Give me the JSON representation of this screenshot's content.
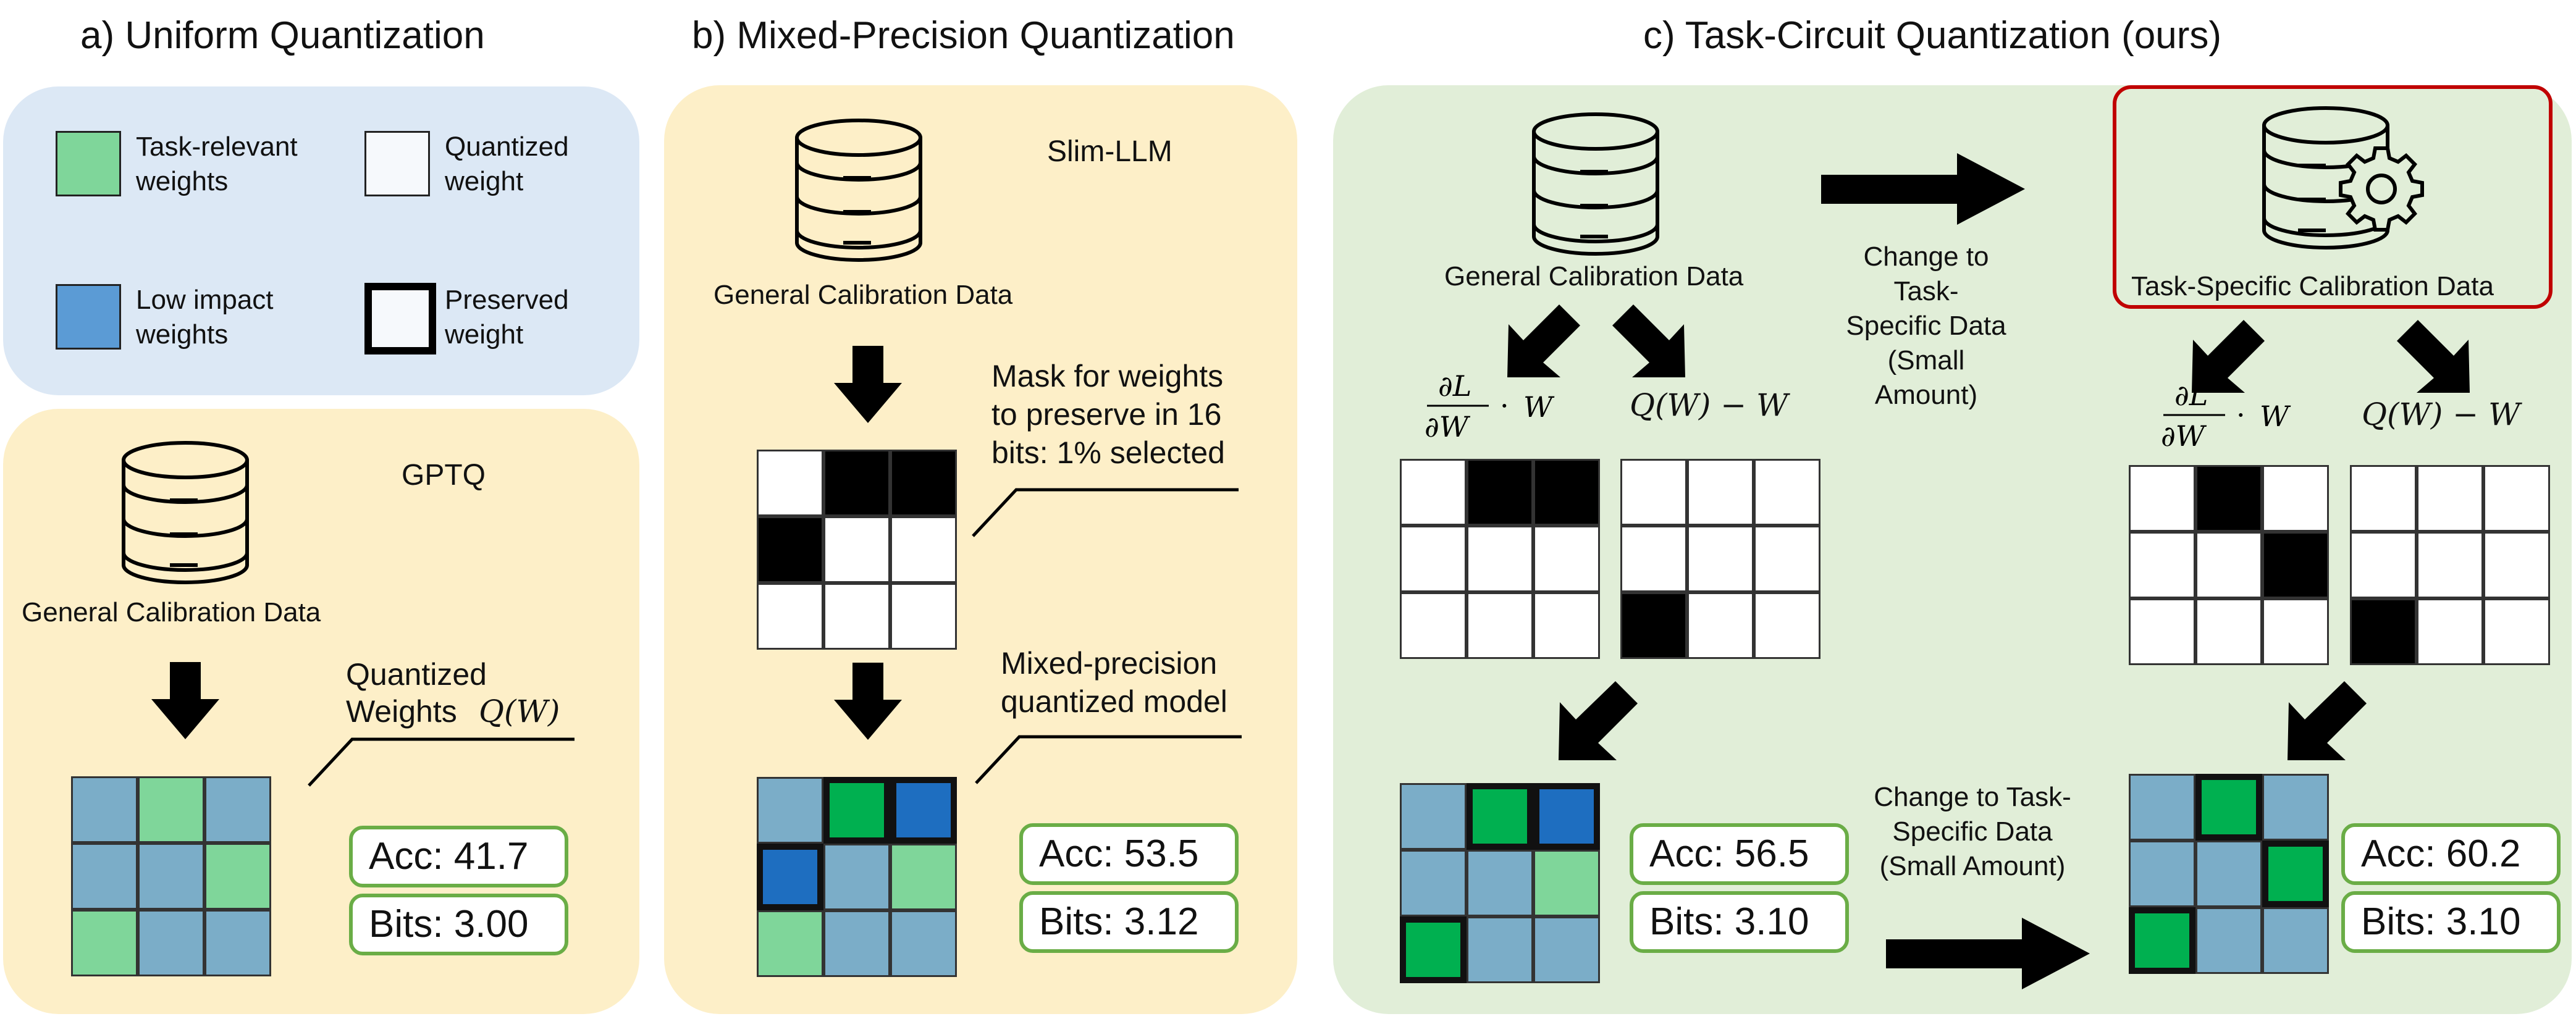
{
  "titles": {
    "a": "a) Uniform Quantization",
    "b": "b) Mixed-Precision Quantization",
    "c": "c) Task-Circuit Quantization (ours)"
  },
  "legend": {
    "task_relevant": "Task-relevant\nweights",
    "quantized": "Quantized\nweight",
    "low_impact": "Low impact\nweights",
    "preserved": "Preserved\nweight"
  },
  "colors": {
    "task_green": "#7fd69a",
    "preserved_green": "#00b050",
    "low_blue": "#7badc8",
    "preserved_blue": "#1e6ec0",
    "legend_blue": "#5b9bd5",
    "panel_blue": "#dce8f5",
    "panel_yellow": "#fdefc8",
    "panel_green": "#e1eed8",
    "badge_border": "#6aad46",
    "highlight_red": "#c00000"
  },
  "panel_a": {
    "method": "GPTQ",
    "data_label": "General Calibration Data",
    "callout": "Quantized\nWeights",
    "callout_math": "Q(W)",
    "acc": "Acc: 41.7",
    "bits": "Bits: 3.00"
  },
  "panel_b": {
    "method": "Slim-LLM",
    "data_label": "General Calibration Data",
    "mask_callout": "Mask for weights\nto preserve in 16\nbits: 1% selected",
    "model_callout": "Mixed-precision\nquantized model",
    "acc": "Acc: 53.5",
    "bits": "Bits: 3.12"
  },
  "panel_c": {
    "general_label": "General Calibration Data",
    "task_label": "Task-Specific Calibration Data",
    "change_top": "Change to Task-\nSpecific Data\n(Small Amount)",
    "change_bottom": "Change to Task-\nSpecific Data\n(Small Amount)",
    "grad_term": "∂L/∂W · W",
    "quant_term": "Q(W) − W",
    "acc_left": "Acc: 56.5",
    "bits_left": "Bits: 3.10",
    "acc_right": "Acc: 60.2",
    "bits_right": "Bits: 3.10"
  }
}
